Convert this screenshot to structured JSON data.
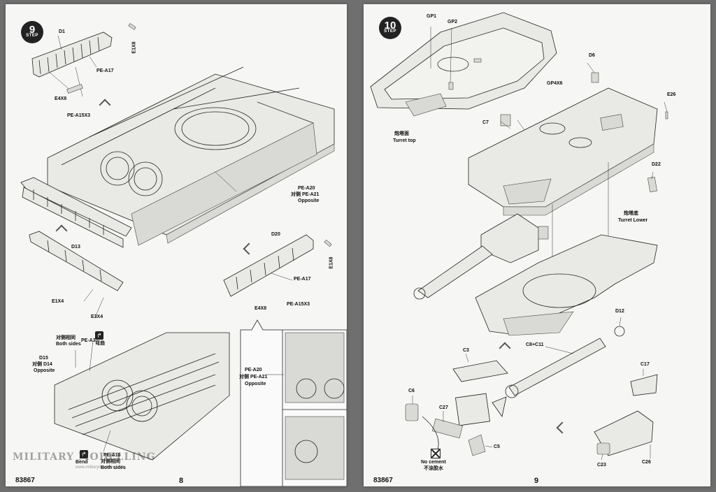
{
  "left_page": {
    "step": {
      "label": "STEP",
      "number": "9"
    },
    "labels": {
      "d1": "D1",
      "e1x8_top": "E1X8",
      "pe_a17_top": "PE-A17",
      "e4x8_top": "E4X8",
      "pe_a15x3_top": "PE-A15X3",
      "pe_a20": "PE-A20",
      "opposite_cn": "对侧 PE-A21",
      "opposite": "Opposite",
      "d13": "D13",
      "e1x4": "E1X4",
      "e3x4": "E3X4",
      "d20": "D20",
      "e1x8_right": "E1X8",
      "pe_a17_right": "PE-A17",
      "e4x8_right": "E4X8",
      "pe_a15x3_right": "PE-A15X3",
      "both_sides_cn": "对侧相同",
      "both_sides": "Both sides",
      "pe_a3": "PE-A3",
      "bend_cn": "弯曲",
      "d15": "D15",
      "d15_cn": "对侧 D14",
      "d15_opposite": "Opposite",
      "inset_pe_a20": "PE-A20",
      "inset_opposite_cn": "对侧 PE-A21",
      "inset_opposite": "Opposite",
      "bend": "Bend",
      "pe_a16": "PE-A16",
      "pe_a16_cn": "对侧相同",
      "pe_a16_both": "Both sides"
    },
    "catalog": "83867",
    "page_number": "8"
  },
  "right_page": {
    "step": {
      "label": "STEP",
      "number": "10"
    },
    "labels": {
      "gp1": "GP1",
      "gp2": "GP2",
      "gp4x6": "GP4X6",
      "c7": "C7",
      "d6": "D6",
      "e26": "E26",
      "turret_top_cn": "炮塔面",
      "turret_top": "Turret top",
      "d22": "D22",
      "turret_lower_cn": "炮塔底",
      "turret_lower": "Turret Lower",
      "d12": "D12",
      "c8_c11": "C8+C11",
      "c3": "C3",
      "c6": "C6",
      "c27": "C27",
      "c5": "C5",
      "c17": "C17",
      "c23": "C23",
      "c26": "C26",
      "no_cement": "No cement",
      "no_cement_cn": "不涂胶水"
    },
    "catalog": "83867",
    "page_number": "9"
  },
  "watermark": {
    "text": "MILITARY MODELLING",
    "url": "www.militarymodelling.info"
  }
}
